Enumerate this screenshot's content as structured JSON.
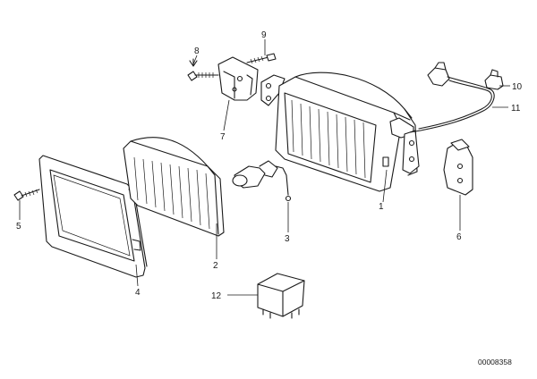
{
  "part_labels": {
    "p1": "1",
    "p2": "2",
    "p3": "3",
    "p4": "4",
    "p5": "5",
    "p6": "6",
    "p7": "7",
    "p8": "8",
    "p9": "9",
    "p10": "10",
    "p11": "11",
    "p12": "12"
  },
  "diagram_code": "00008358"
}
